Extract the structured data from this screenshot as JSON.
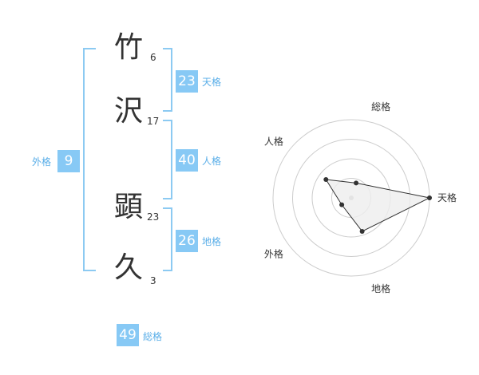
{
  "name_characters": [
    {
      "char": "竹",
      "strokes": "6"
    },
    {
      "char": "沢",
      "strokes": "17"
    },
    {
      "char": "顕",
      "strokes": "23"
    },
    {
      "char": "久",
      "strokes": "3"
    }
  ],
  "fortunes": {
    "tenkaku": {
      "value": "23",
      "label": "天格"
    },
    "jinkaku": {
      "value": "40",
      "label": "人格"
    },
    "chikaku": {
      "value": "26",
      "label": "地格"
    },
    "gaikaku": {
      "value": "9",
      "label": "外格"
    },
    "soukaku": {
      "value": "49",
      "label": "総格"
    }
  },
  "chart_data": {
    "type": "radar",
    "axes": [
      "総格",
      "天格",
      "地格",
      "外格",
      "人格"
    ],
    "values": [
      0.2,
      1.0,
      0.45,
      0.15,
      0.4
    ],
    "scale_max": 1,
    "rings": 4,
    "colors": {
      "fill": "#eeeeee",
      "stroke": "#333333",
      "grid": "#cccccc",
      "center": "#bbbbbb"
    }
  },
  "colors": {
    "badge": "#87c9f5",
    "badge_label": "#5aaee8",
    "bracket": "#8ccaf2"
  }
}
